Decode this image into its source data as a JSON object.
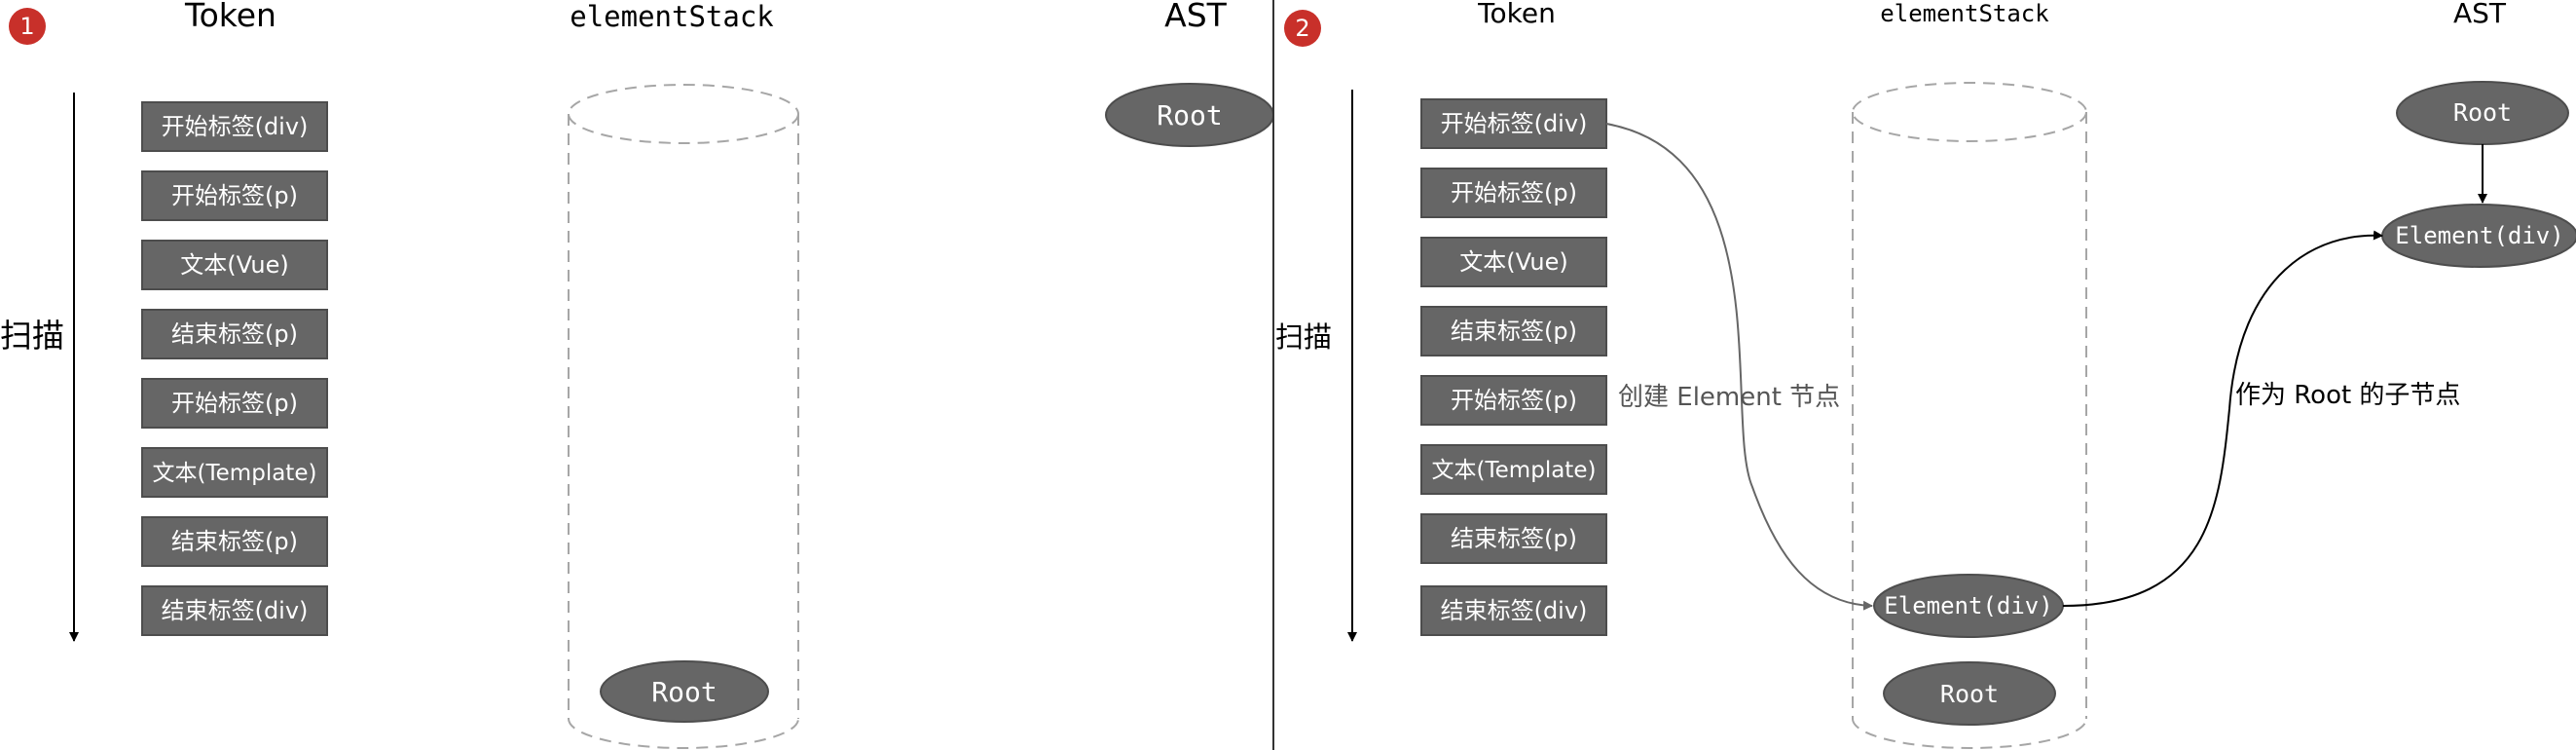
{
  "panels": [
    {
      "badge": "1",
      "headers": {
        "token": "Token",
        "stack": "elementStack",
        "ast": "AST"
      },
      "scan_label": "扫描",
      "tokens": [
        "开始标签(div)",
        "开始标签(p)",
        "文本(Vue)",
        "结束标签(p)",
        "开始标签(p)",
        "文本(Template)",
        "结束标签(p)",
        "结束标签(div)"
      ],
      "stack_items": [
        "Root"
      ],
      "ast_nodes": [
        "Root"
      ]
    },
    {
      "badge": "2",
      "headers": {
        "token": "Token",
        "stack": "elementStack",
        "ast": "AST"
      },
      "scan_label": "扫描",
      "tokens": [
        "开始标签(div)",
        "开始标签(p)",
        "文本(Vue)",
        "结束标签(p)",
        "开始标签(p)",
        "文本(Template)",
        "结束标签(p)",
        "结束标签(div)"
      ],
      "stack_items": [
        "Element(div)",
        "Root"
      ],
      "ast_nodes": [
        "Root",
        "Element(div)"
      ],
      "annotations": {
        "create": "创建 Element 节点",
        "child": "作为 Root 的子节点"
      }
    }
  ],
  "colors": {
    "badge": "#c8302a",
    "box": "#666666",
    "box_border": "#4d4d4d",
    "dashed": "#a6a6a6"
  }
}
